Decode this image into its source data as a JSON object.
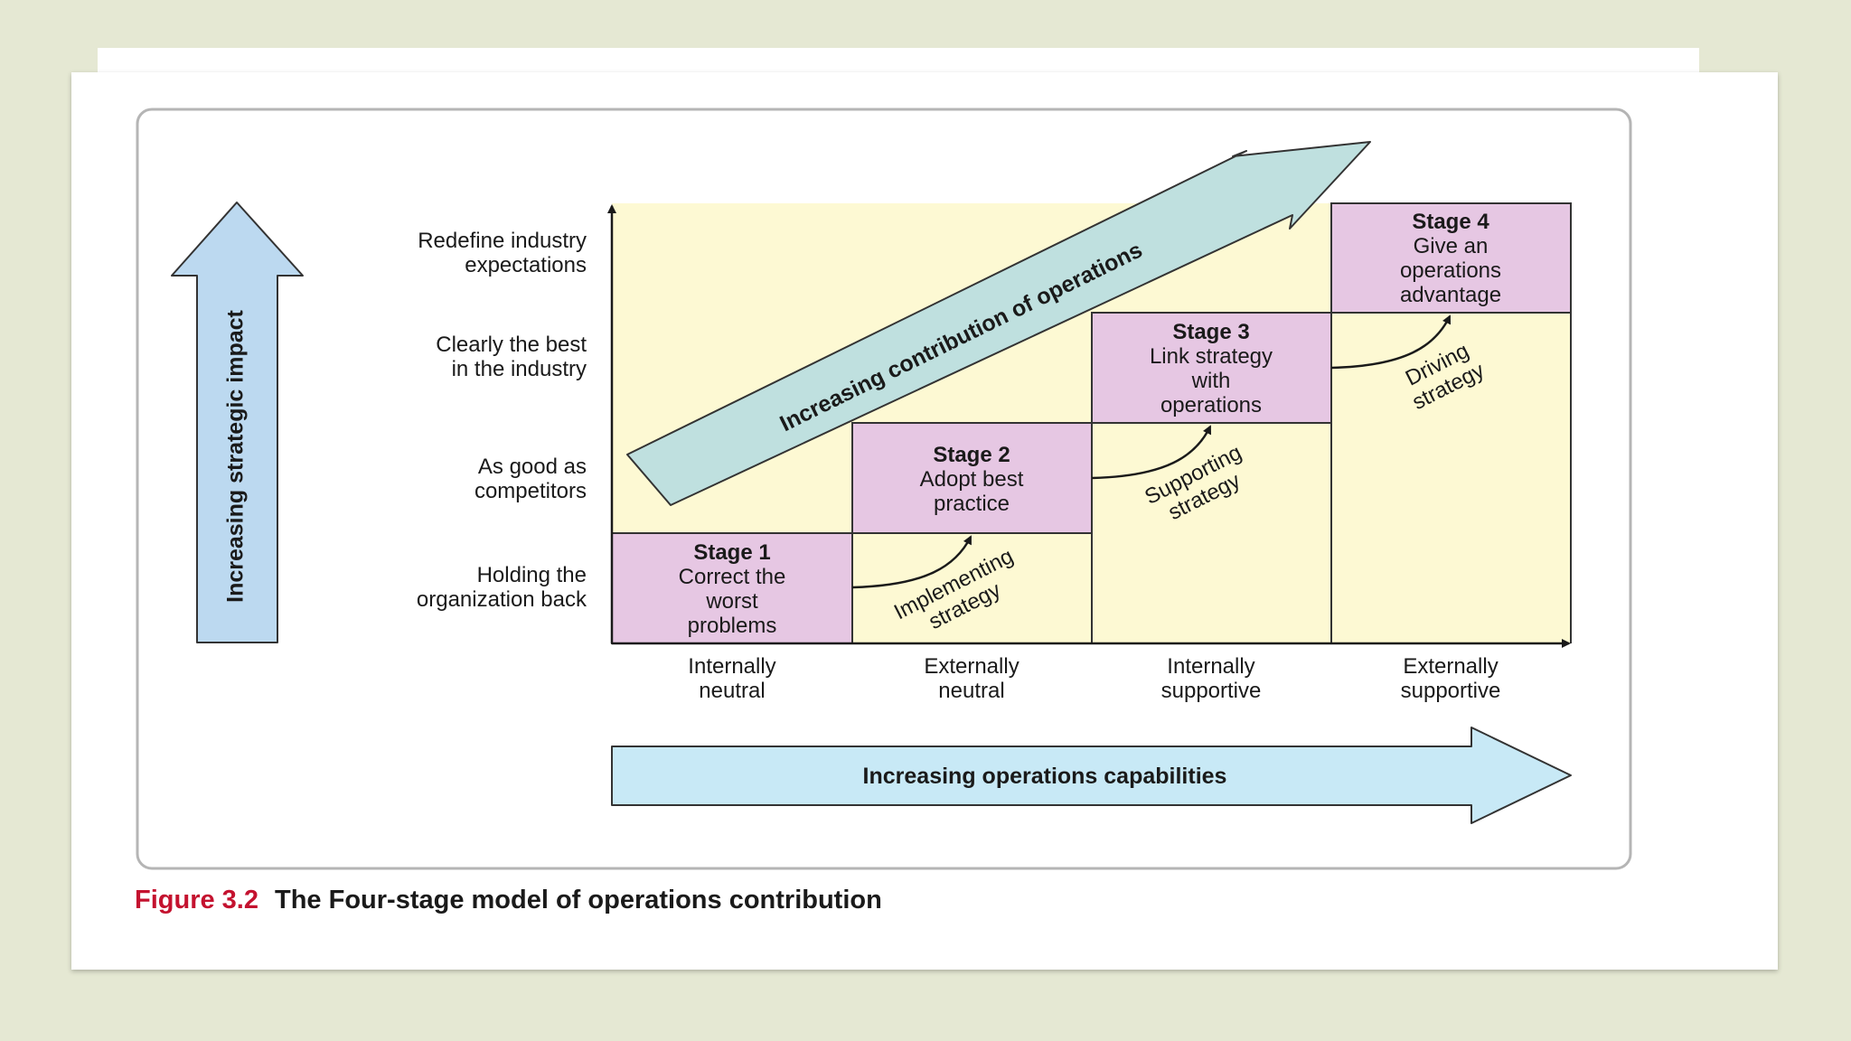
{
  "colors": {
    "stage_fill": "#e6c7e3",
    "grid_fill": "#fdf9d3",
    "upper_arrow": "#bfe0df",
    "side_arrow": "#bcd9f0",
    "bottom_arrow": "#c8e9f6",
    "figure_number": "#c4122f"
  },
  "y_axis": {
    "arrow_label": "Increasing strategic impact",
    "levels": [
      {
        "line1": "Holding the",
        "line2": "organization back"
      },
      {
        "line1": "As good as",
        "line2": "competitors"
      },
      {
        "line1": "Clearly the best",
        "line2": "in the industry"
      },
      {
        "line1": "Redefine industry",
        "line2": "expectations"
      }
    ]
  },
  "x_axis": {
    "arrow_label": "Increasing operations capabilities",
    "columns": [
      {
        "line1": "Internally",
        "line2": "neutral"
      },
      {
        "line1": "Externally",
        "line2": "neutral"
      },
      {
        "line1": "Internally",
        "line2": "supportive"
      },
      {
        "line1": "Externally",
        "line2": "supportive"
      }
    ]
  },
  "stages": [
    {
      "title": "Stage 1",
      "lines": [
        "Correct the",
        "worst",
        "problems"
      ]
    },
    {
      "title": "Stage 2",
      "lines": [
        "Adopt best",
        "practice"
      ]
    },
    {
      "title": "Stage 3",
      "lines": [
        "Link strategy",
        "with",
        "operations"
      ]
    },
    {
      "title": "Stage 4",
      "lines": [
        "Give an",
        "operations",
        "advantage"
      ]
    }
  ],
  "transitions": [
    {
      "line1": "Implementing",
      "line2": "strategy"
    },
    {
      "line1": "Supporting",
      "line2": "strategy"
    },
    {
      "line1": "Driving",
      "line2": "strategy"
    }
  ],
  "diagonal_arrow_label": "Increasing contribution of operations",
  "caption": {
    "number": "Figure 3.2",
    "title": "The Four-stage model of operations contribution"
  }
}
